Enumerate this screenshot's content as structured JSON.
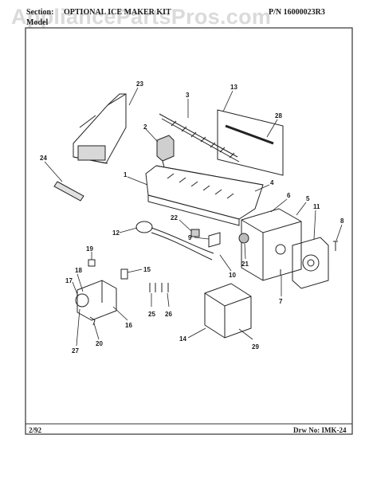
{
  "header": {
    "section_label": "Section:",
    "section_title": "OPTIONAL ICE MAKER KIT",
    "part_number": "P/N 16000023R3",
    "model_label": "Model"
  },
  "watermark": "AppliancePartsPros.com",
  "footer": {
    "date": "2/92",
    "drawing_number": "Drw No: IMK-24"
  },
  "callouts": [
    "23",
    "3",
    "13",
    "28",
    "2",
    "24",
    "1",
    "4",
    "6",
    "5",
    "11",
    "8",
    "22",
    "12",
    "9",
    "10",
    "21",
    "19",
    "15",
    "18",
    "17",
    "16",
    "25",
    "26",
    "7",
    "14",
    "29",
    "27",
    "20"
  ],
  "colors": {
    "ink": "#1a1a1a",
    "frame": "#333333",
    "watermark": "#969696"
  }
}
